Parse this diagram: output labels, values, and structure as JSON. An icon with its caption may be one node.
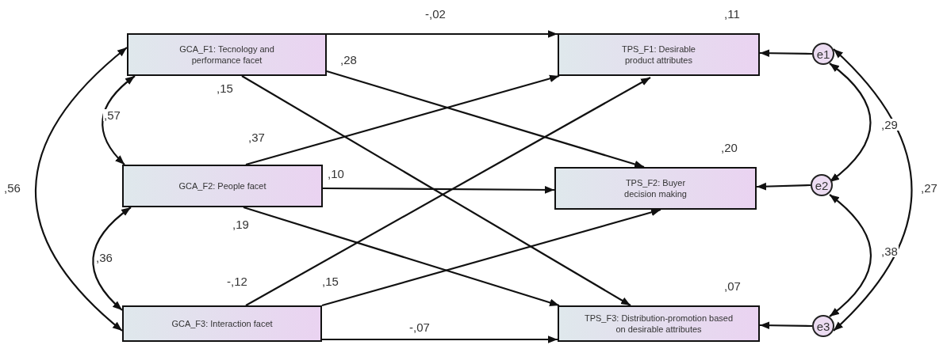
{
  "diagram": {
    "nodes": [
      {
        "text": [
          "GCA_F1: Tecnology and performance facet"
        ]
      },
      {
        "text": [
          "GCA_F2: People facet"
        ]
      },
      {
        "text": [
          "GCA_F3: Interaction facet"
        ]
      },
      {
        "text": [
          "TPS_F1: Desirable product attributes"
        ],
        "beside": [
          ",11"
        ]
      },
      {
        "text": [
          "TPS_F2: Buyer decision making"
        ],
        "beside": [
          ",20"
        ]
      },
      {
        "text": [
          "TPS_F3: Distribution-promotion based on desirable attributes"
        ],
        "beside": [
          ",07"
        ]
      },
      {
        "text": [
          "e1"
        ]
      },
      {
        "text": [
          "e2"
        ]
      },
      {
        "text": [
          "e3"
        ]
      }
    ],
    "edges": [
      {
        "from": 0,
        "to": 3,
        "arrow": "to",
        "label": "-,02"
      },
      {
        "from": 0,
        "to": 4,
        "arrow": "to",
        "label": ",28"
      },
      {
        "from": 0,
        "to": 5,
        "arrow": "to",
        "label": ",15"
      },
      {
        "from": 1,
        "to": 3,
        "arrow": "to",
        "label": ",37"
      },
      {
        "from": 1,
        "to": 4,
        "arrow": "to",
        "label": ",10"
      },
      {
        "from": 1,
        "to": 5,
        "arrow": "to",
        "label": ",19"
      },
      {
        "from": 2,
        "to": 3,
        "arrow": "to",
        "label": "-,12"
      },
      {
        "from": 2,
        "to": 4,
        "arrow": "to",
        "label": ",15"
      },
      {
        "from": 2,
        "to": 5,
        "arrow": "to",
        "label": "-,07"
      },
      {
        "from": 6,
        "to": 3,
        "arrow": "to"
      },
      {
        "from": 7,
        "to": 4,
        "arrow": "to"
      },
      {
        "from": 8,
        "to": 5,
        "arrow": "to"
      },
      {
        "from": 0,
        "to": 1,
        "arrow": "both",
        "label": ",57"
      },
      {
        "from": 1,
        "to": 2,
        "arrow": "both",
        "label": ",36"
      },
      {
        "from": 0,
        "to": 2,
        "arrow": "both",
        "label": ",56"
      },
      {
        "from": 6,
        "to": 7,
        "arrow": "both",
        "label": ",29"
      },
      {
        "from": 7,
        "to": 8,
        "arrow": "both",
        "label": ",38"
      },
      {
        "from": 6,
        "to": 8,
        "arrow": "both",
        "label": ",27"
      }
    ]
  }
}
